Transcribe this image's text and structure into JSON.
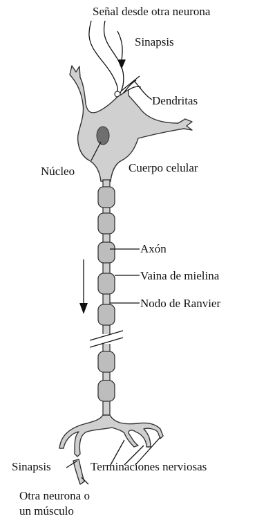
{
  "labels": {
    "signal_from_other_neuron": "Señal desde otra neurona",
    "synapse_top": "Sinapsis",
    "dendrites": "Dendritas",
    "nucleus": "Núcleo",
    "cell_body": "Cuerpo celular",
    "axon": "Axón",
    "myelin_sheath": "Vaina de mielina",
    "node_of_ranvier": "Nodo de Ranvier",
    "synapse_bottom": "Sinapsis",
    "nerve_terminals": "Terminaciones nerviosas",
    "other_neuron_line1": "Otra neurona o",
    "other_neuron_line2": "un músculo"
  },
  "colors": {
    "cell_fill": "#d0d0d0",
    "nucleus_fill": "#6f6f6f",
    "myelin_fill": "#bdbdbd",
    "outline": "#333333",
    "text": "#111111"
  }
}
